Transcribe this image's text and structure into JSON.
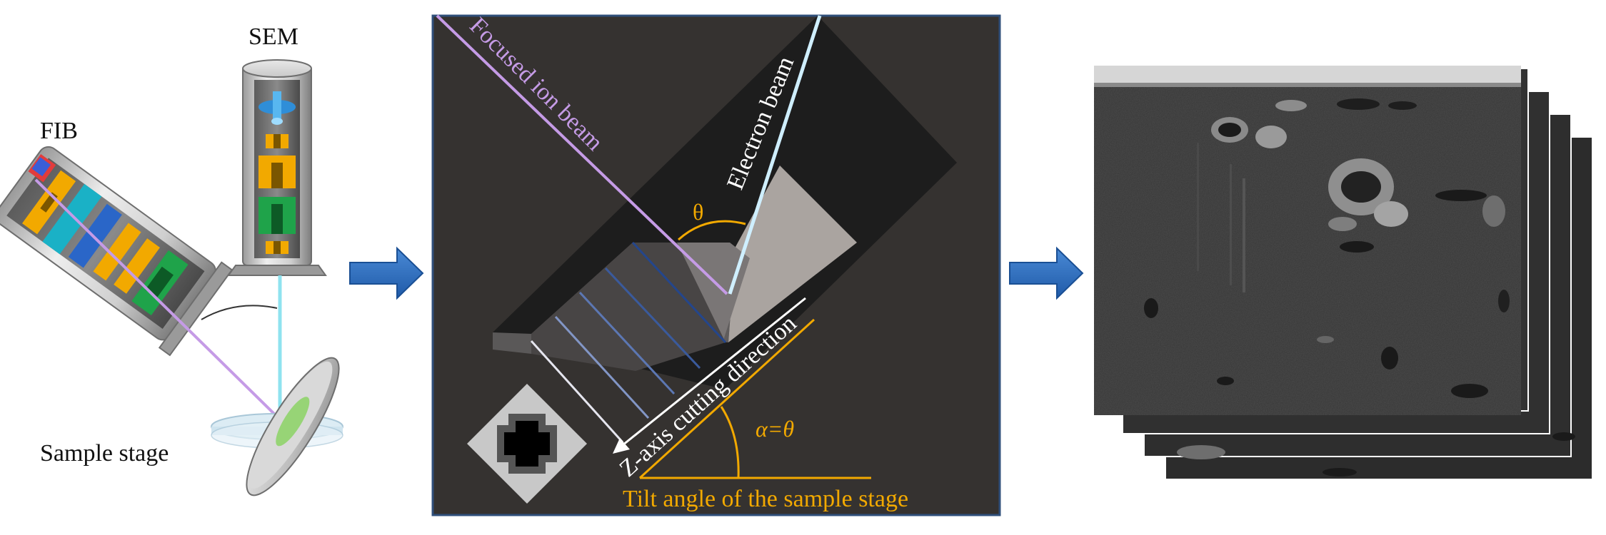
{
  "labels": {
    "sem": "SEM",
    "fib": "FIB",
    "sample_stage": "Sample stage"
  },
  "schematic": {
    "focused_ion_beam": "Focused ion beam",
    "electron_beam": "Electron beam",
    "theta": "θ",
    "alpha_equals_theta": "α=θ",
    "z_axis_cutting_direction": "Z-axis cutting direction",
    "tilt_angle": "Tilt angle of the sample stage"
  },
  "colors": {
    "background": "#ffffff",
    "panel_bg": "#353230",
    "panel_border": "#2f4f7a",
    "ion_beam": "#c59be6",
    "electron_beam": "#cfefff",
    "angle_yellow": "#f2a900",
    "arrow_blue": "#2f6fbf",
    "slice_lines": [
      "#e6e6ef",
      "#a9b5d8",
      "#8296c6",
      "#5c77b3",
      "#3a5a9c",
      "#24468c"
    ]
  },
  "icons": [
    "fib-column-icon",
    "sem-column-icon",
    "sample-stage-icon",
    "flow-arrow-icon",
    "cross-symbol-icon",
    "sem-slice-stack-icon"
  ]
}
